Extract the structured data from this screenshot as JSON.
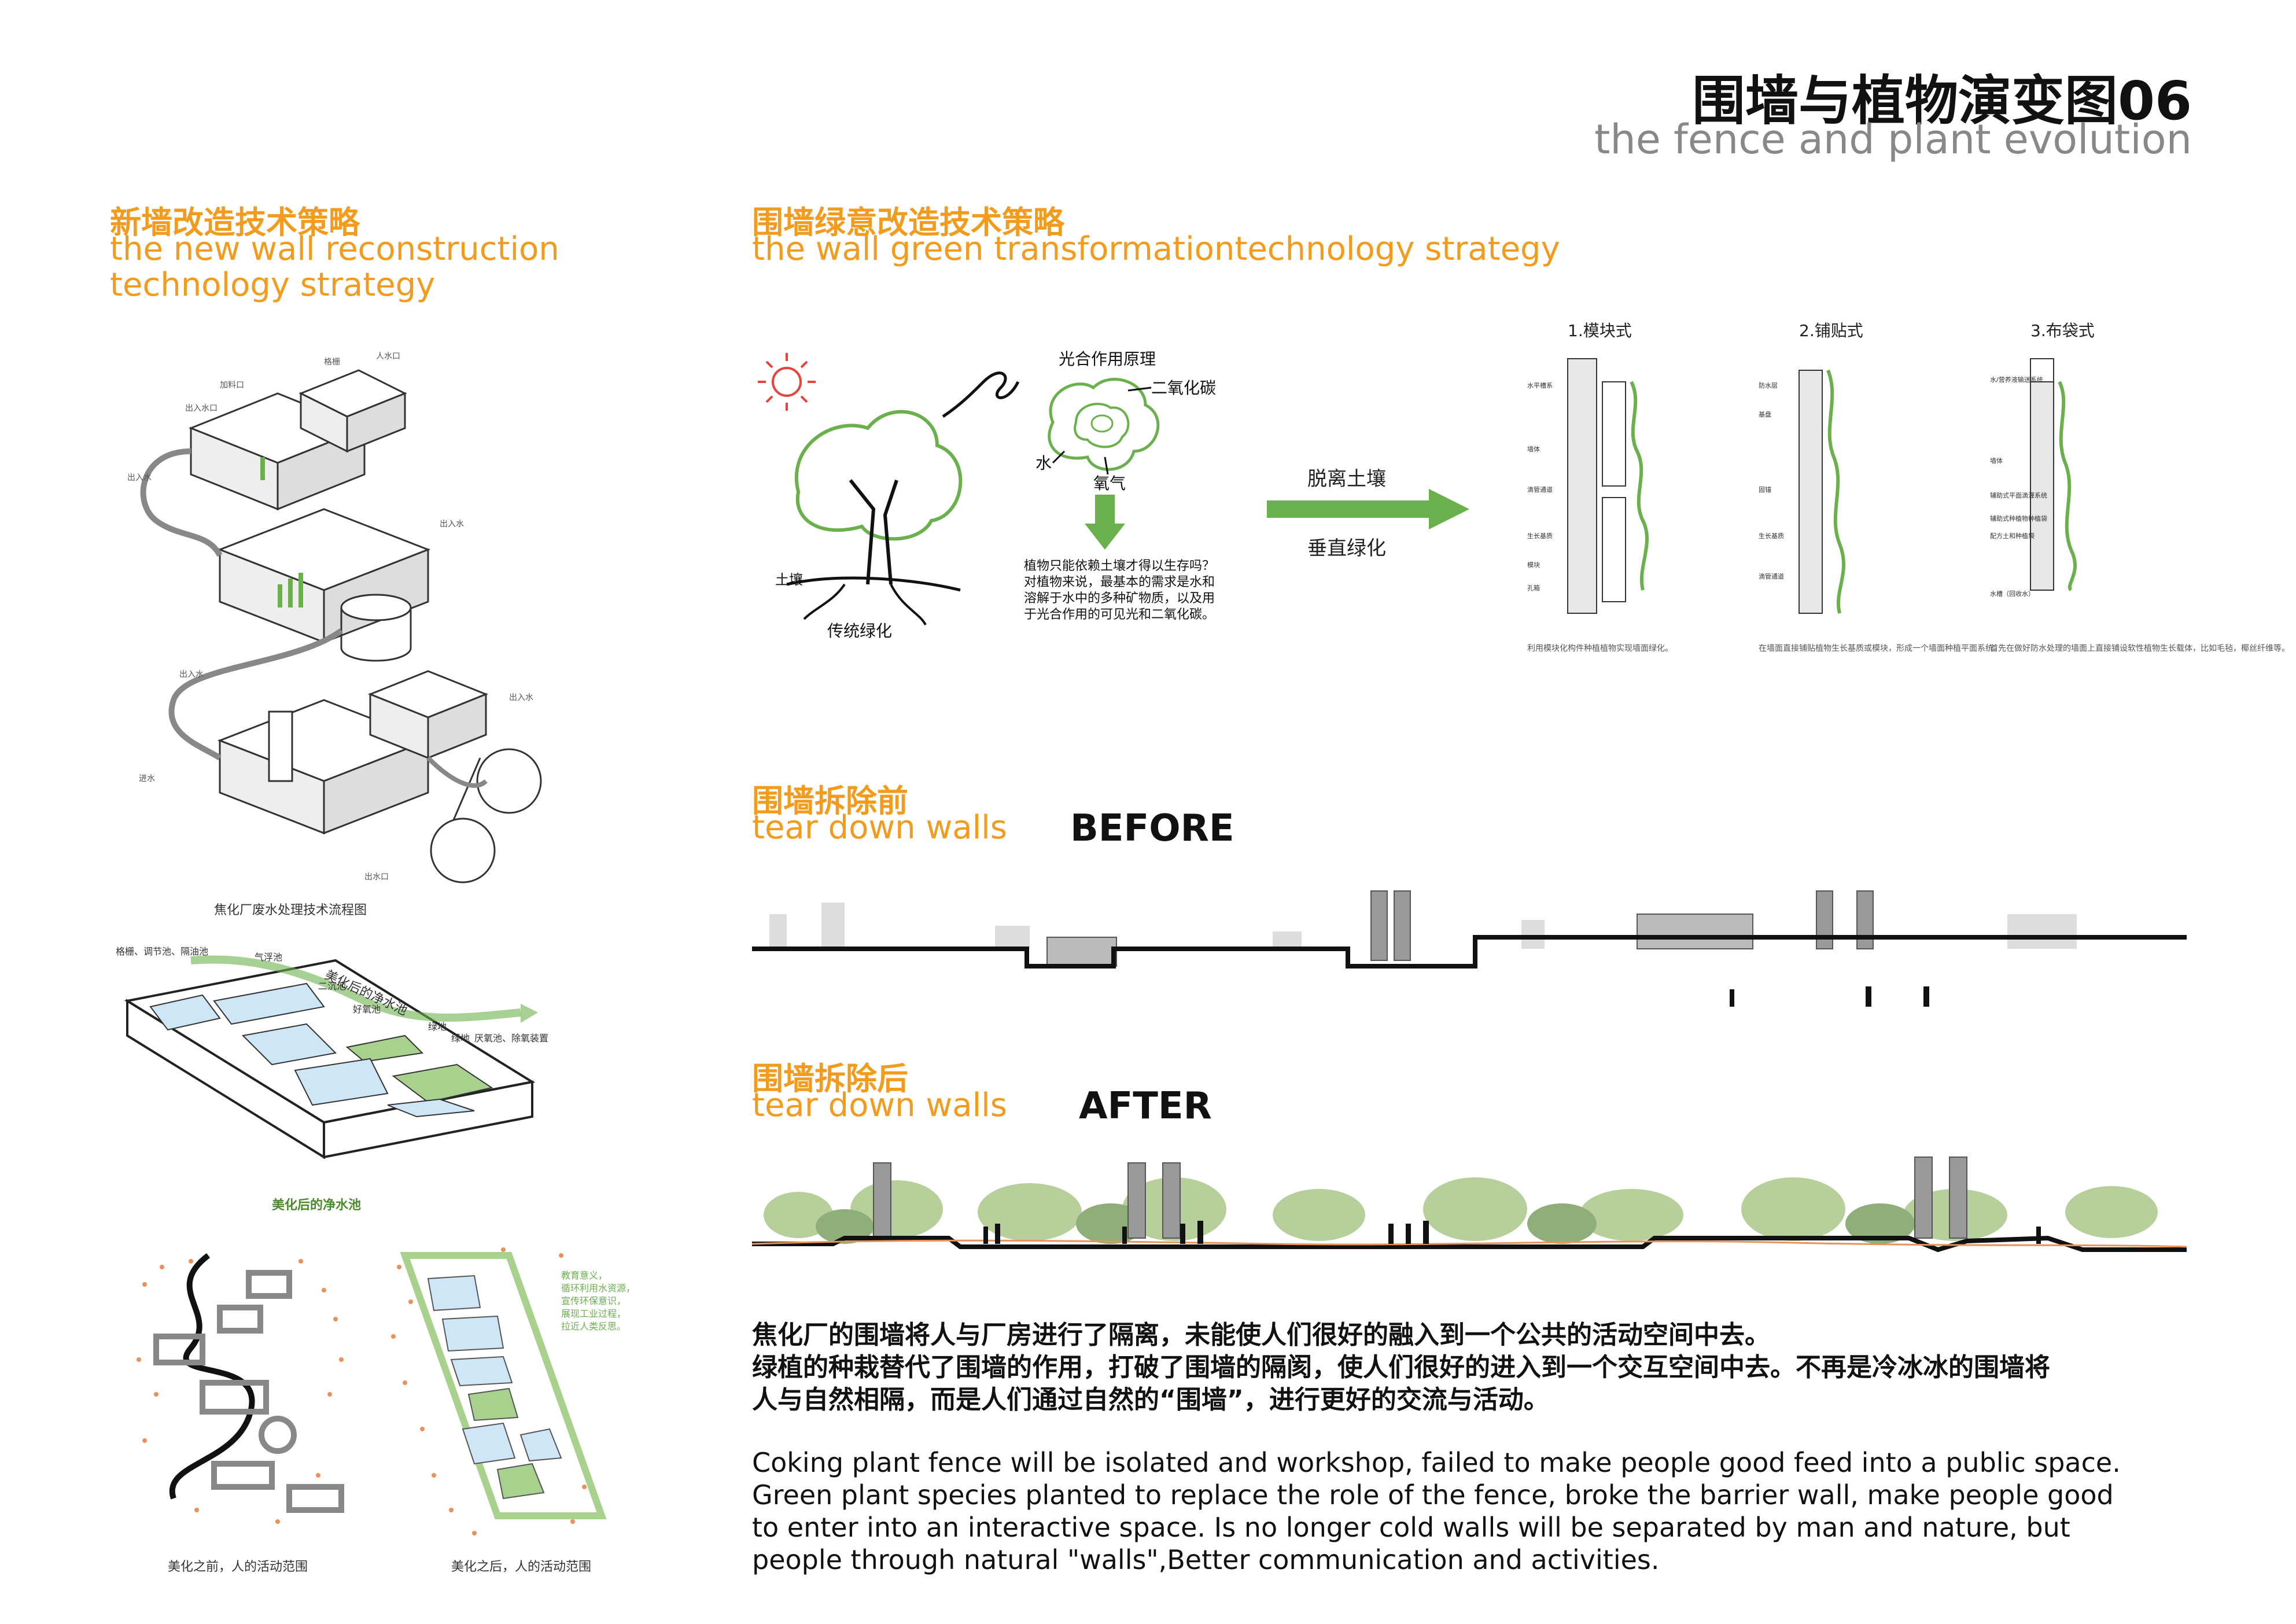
{
  "header": {
    "title_cn": "围墙与植物演变图06",
    "title_en": "the fence and plant evolution"
  },
  "left_section": {
    "title_cn": "新墙改造技术策略",
    "title_en_1": "the new wall reconstruction",
    "title_en_2": "technology strategy",
    "process_caption": "焦化厂废水处理技术流程图",
    "pool_caption": "美化后的净水池",
    "pool_arrow_label": "美化后的净水池",
    "pool_labels": [
      "格栅、调节池、隔油池",
      "气浮池",
      "二沉池",
      "好氧池",
      "绿地",
      "绿地",
      "厌氧池、除氧装置"
    ],
    "before_caption": "美化之前，人的活动范围",
    "after_caption": "美化之后，人的活动范围",
    "after_note": [
      "教育意义，",
      "循环利用水资源，",
      "宣传环保意识，",
      "展现工业过程，",
      "拉近人类反思。"
    ]
  },
  "right_section": {
    "title_cn": "围墙绿意改造技术策略",
    "title_en": "the wall green transformationtechnology strategy",
    "photosynthesis": {
      "label": "光合作用原理",
      "co2": "二氧化碳",
      "water": "水",
      "oxygen": "氧气",
      "soil": "土壤",
      "traditional": "传统绿化",
      "question": [
        "植物只能依赖土壤才得以生存吗？",
        "对植物来说，最基本的需求是水和",
        "溶解于水中的多种矿物质，以及用",
        "于光合作用的可见光和二氧化碳。"
      ]
    },
    "arrow_top": "脱离土壤",
    "arrow_bottom": "垂直绿化",
    "methods": [
      {
        "title": "1.模块式",
        "note": "利用模块化构件种植植物实现墙面绿化。"
      },
      {
        "title": "2.铺贴式",
        "note": "在墙面直接铺贴植物生长基质或模块，形成一个墙面种植平面系统。"
      },
      {
        "title": "3.布袋式",
        "note": "首先在做好防水处理的墙面上直接铺设软性植物生长载体，比如毛毡，椰丝纤维等。"
      }
    ]
  },
  "before": {
    "title_cn": "围墙拆除前",
    "title_en": "tear down walls",
    "label": "BEFORE"
  },
  "after": {
    "title_cn": "围墙拆除后",
    "title_en": "tear down walls",
    "label": "AFTER"
  },
  "description": {
    "cn": [
      "焦化厂的围墙将人与厂房进行了隔离，未能使人们很好的融入到一个公共的活动空间中去。",
      "绿植的种栽替代了围墙的作用，打破了围墙的隔阂，使人们很好的进入到一个交互空间中去。不再是冷冰冰的围墙将",
      "人与自然相隔，而是人们通过自然的“围墙”，进行更好的交流与活动。"
    ],
    "en": [
      "Coking plant fence will be isolated and workshop, failed to make people good feed into a public space.",
      "Green  plant  species planted to replace the role of the fence, broke the barrier wall, make people good",
      "to enter into an interactive space.  Is  no  longer cold walls  will be  separated by man  and nature,  but",
      "people through natural \"walls\",Better communication and activities."
    ]
  },
  "colors": {
    "accent": "#f39b1d",
    "green": "#6ab04c",
    "light_green": "#a9d18e",
    "water": "#cfe6f7",
    "dots": "#e8925a"
  }
}
